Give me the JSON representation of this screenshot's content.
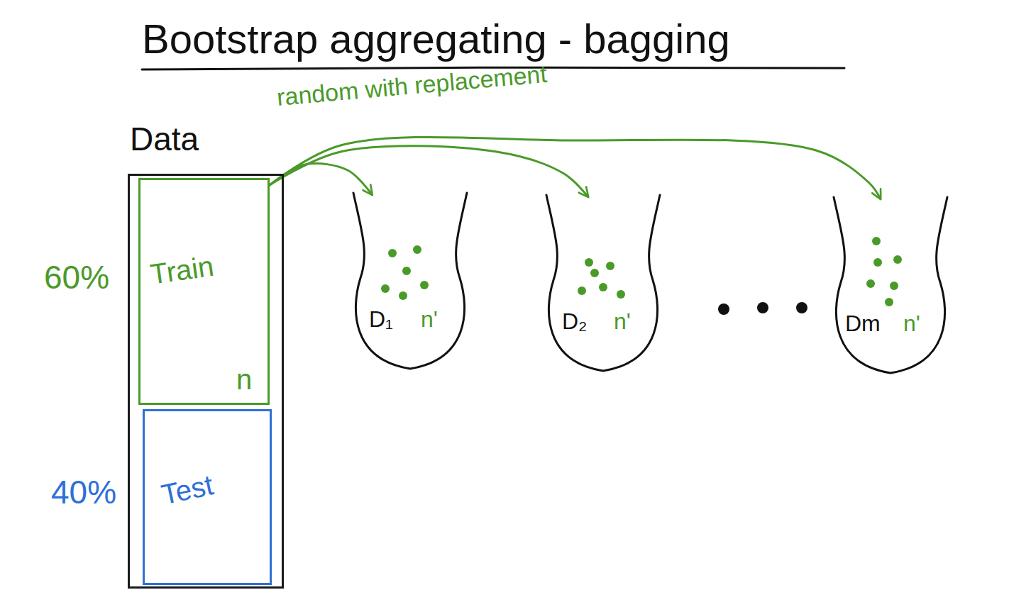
{
  "diagram": {
    "title": "Bootstrap aggregating - bagging",
    "nodes": [
      {
        "text": [
          "Data"
        ]
      },
      {
        "text": [
          "Train",
          "n"
        ],
        "in": 0
      },
      {
        "text": [
          "Test"
        ],
        "in": 0
      },
      {
        "text": [
          "D₁",
          "n'"
        ]
      },
      {
        "text": [
          "D₂",
          "n'"
        ]
      },
      {
        "text": [
          "Dm",
          "n'"
        ]
      }
    ],
    "edges": [
      {
        "from": 1,
        "to": 3,
        "arrow": "to"
      },
      {
        "from": 1,
        "to": 4,
        "arrow": "to"
      },
      {
        "from": 1,
        "to": 5,
        "arrow": "to"
      }
    ],
    "labels": [
      "60%",
      "40%",
      "random with replacement"
    ]
  }
}
